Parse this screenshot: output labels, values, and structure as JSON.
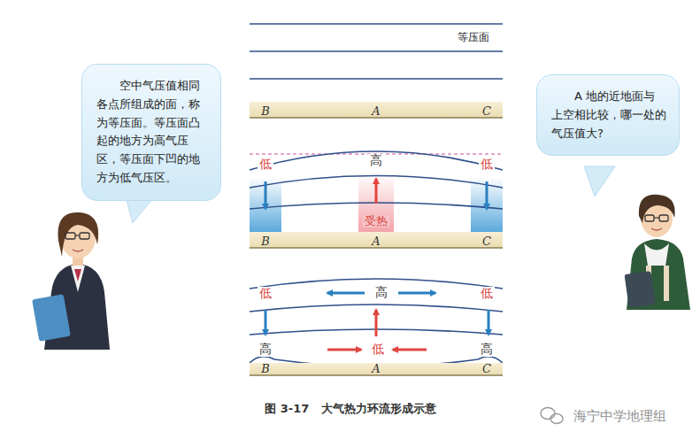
{
  "diagram": {
    "caption": "图 3-17   大气热力环流形成示意",
    "nodes": [
      {
        "text": [
          "空中气压值相同各点所组成的面，称为等压面。等压面凸起的地方为高气压区，等压面下凹的地方为低气压区。"
        ]
      },
      {
        "text": [
          "A 地的近地面与上空相比较，哪一处的气压值大?"
        ]
      }
    ],
    "labels": [
      "等压面",
      "B",
      "A",
      "C",
      "低",
      "高",
      "低",
      "受热",
      "B",
      "A",
      "C",
      "低",
      "高",
      "低",
      "高",
      "低",
      "高",
      "B",
      "A",
      "C",
      "海宁中学地理组"
    ]
  }
}
